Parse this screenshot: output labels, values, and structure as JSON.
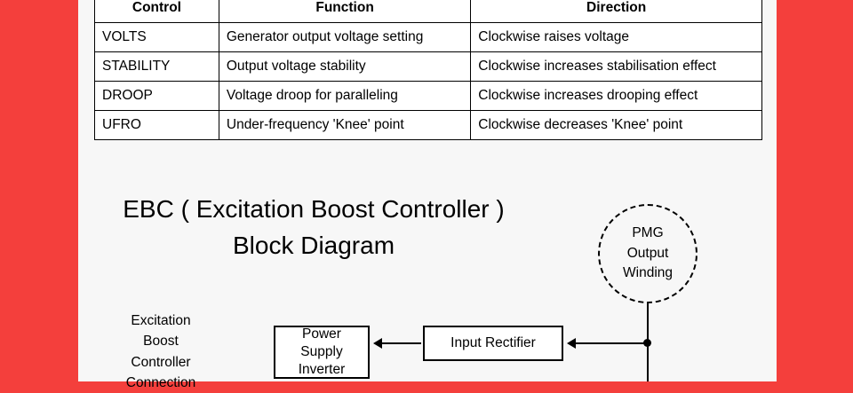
{
  "page": {
    "background_color": "#f43f3c",
    "panel_color": "#f7f7f7"
  },
  "table": {
    "headers": [
      "Control",
      "Function",
      "Direction"
    ],
    "rows": [
      {
        "control": "VOLTS",
        "function": "Generator output voltage setting",
        "direction": "Clockwise raises voltage"
      },
      {
        "control": "STABILITY",
        "function": "Output voltage stability",
        "direction": "Clockwise increases stabilisation effect"
      },
      {
        "control": "DROOP",
        "function": "Voltage droop for paralleling",
        "direction": "Clockwise increases drooping effect"
      },
      {
        "control": "UFRO",
        "function": "Under-frequency 'Knee' point",
        "direction": "Clockwise decreases 'Knee' point"
      }
    ]
  },
  "diagram": {
    "title_line1": "EBC ( Excitation Boost Controller )",
    "title_line2": "Block Diagram",
    "pmg": {
      "line1": "PMG",
      "line2": "Output",
      "line3": "Winding"
    },
    "left_label": {
      "line1": "Excitation",
      "line2": "Boost",
      "line3": "Controller",
      "line4": "Connection"
    },
    "power_supply": {
      "line1": "Power",
      "line2": "Supply",
      "line3": "Inverter"
    },
    "input_rectifier": {
      "label": "Input Rectifier"
    }
  }
}
